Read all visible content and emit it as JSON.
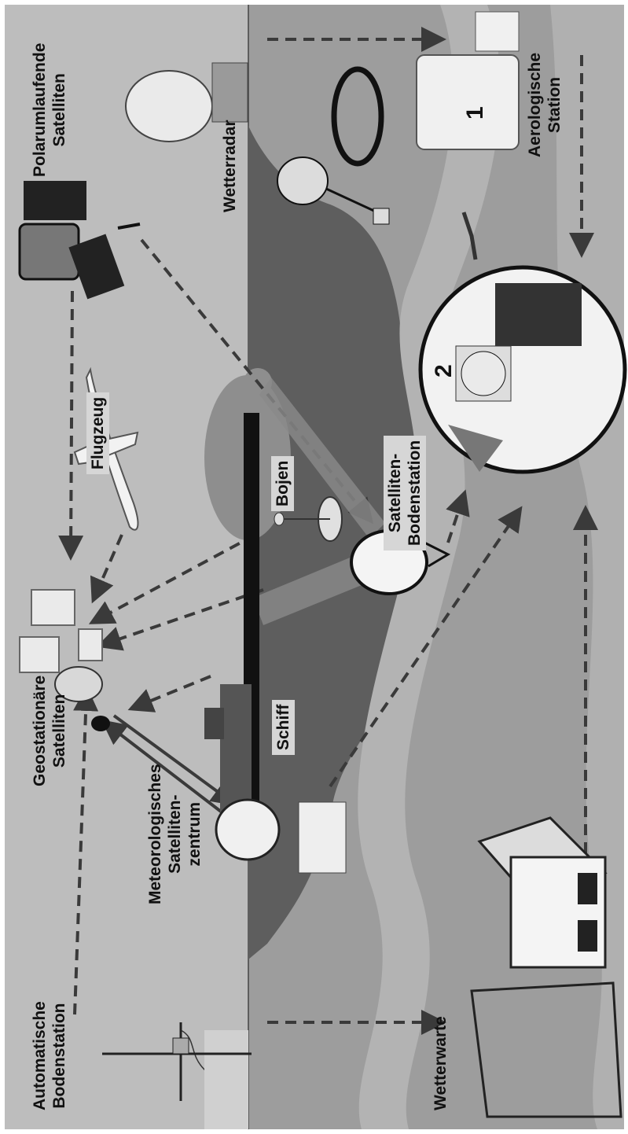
{
  "colors": {
    "sky": "#bdbdbd",
    "land": "#9a9a9a",
    "sea": "#5c5c5c",
    "river": "#a6a6a6",
    "arrow": "#3a3a3a"
  },
  "labels": {
    "automatische_bodenstation": [
      "Automatische",
      "Bodenstation"
    ],
    "meteorologisches": [
      "Meteorologisches",
      "Satelliten-",
      "zentrum"
    ],
    "geostationaere": [
      "Geostationäre",
      "Satelliten"
    ],
    "schiff": "Schiff",
    "flugzeug": "Flugzeug",
    "bojen": "Bojen",
    "satelliten_bodenstation": [
      "Satelliten-",
      "Bodenstation"
    ],
    "polarumlaufende": [
      "Polarumlaufende",
      "Satelliten"
    ],
    "wetterradar": "Wetterradar",
    "aerologische": [
      "Aerologische",
      "Station"
    ],
    "wetterwarte": "Wetterwarte"
  },
  "markers": {
    "one": "1",
    "two": "2"
  }
}
